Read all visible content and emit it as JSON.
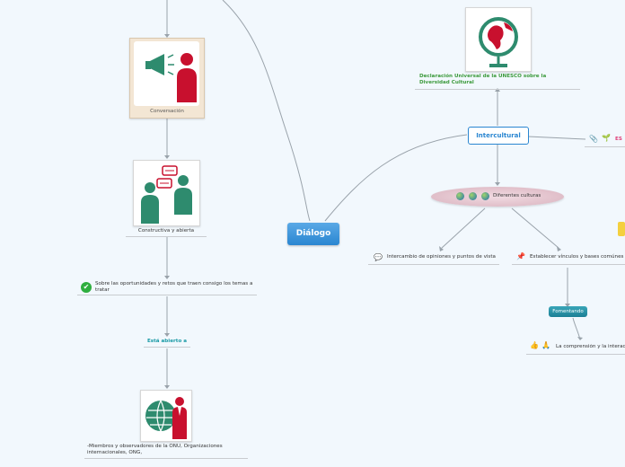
{
  "central": {
    "label": "Diálogo"
  },
  "left_branch": {
    "conversacion": {
      "label": "Conversación"
    },
    "constructiva": {
      "label": "Constructiva y abierta"
    },
    "oportunidades": {
      "label": "Sobre las oportunidades y retos que traen consigo los temas a tratar"
    },
    "esta_abierto": {
      "label": "Está abierto a"
    },
    "miembros": {
      "label": "-Miembros y observadores de la ONU, Organizaciones internacionales, ONG,"
    }
  },
  "right_branch": {
    "intercultural": {
      "label": "Intercultural"
    },
    "unesco": {
      "label": "Declaración Universal de la UNESCO sobre la Diversidad Cultural"
    },
    "diferentes": {
      "label": "Diferentes culturas"
    },
    "intercambio": {
      "label": "Intercambio de opiniones y puntos de vista"
    },
    "vinculos": {
      "label": "Establecer vínculos y bases comúnes"
    },
    "fomentando": {
      "label": "Fomentando"
    },
    "comprension": {
      "label": "La comprensión y la interacc"
    },
    "es_label": {
      "label": "ES"
    }
  },
  "colors": {
    "central_fill": "#2a86d1",
    "green_text": "#3c9a3c",
    "teal_text": "#1a9aa6",
    "figure_green": "#2e8b6e",
    "figure_red": "#c8102e",
    "pink_oval": "#e3c3cd"
  }
}
